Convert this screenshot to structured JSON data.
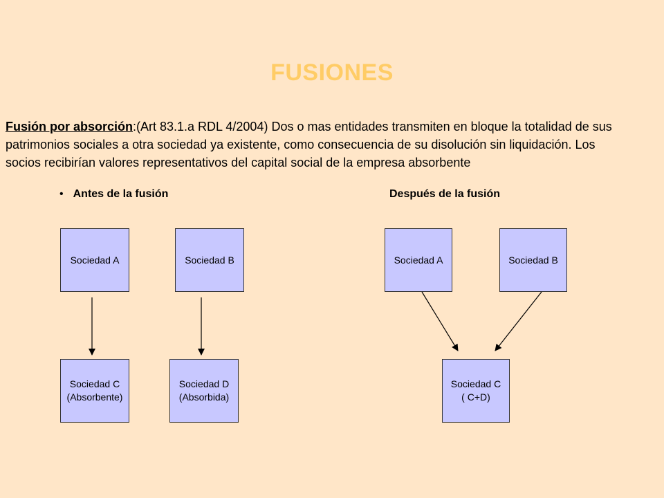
{
  "title": "FUSIONES",
  "intro": {
    "term": "Fusión por absorción",
    "body": ":(Art 83.1.a RDL 4/2004) Dos o mas entidades transmiten en bloque la totalidad de sus patrimonios sociales a otra sociedad ya existente, como consecuencia de su disolución sin liquidación. Los socios recibirían valores representativos del capital social de la empresa absorbente"
  },
  "before": {
    "bullet": "•",
    "heading": "Antes de la fusión",
    "sociedad_a": "Sociedad A",
    "sociedad_b": "Sociedad B",
    "sociedad_c_line1": "Sociedad C",
    "sociedad_c_line2": "(Absorbente)",
    "sociedad_d_line1": "Sociedad D",
    "sociedad_d_line2": "(Absorbida)"
  },
  "after": {
    "heading": "Después de la fusión",
    "sociedad_a": "Sociedad A",
    "sociedad_b": "Sociedad B",
    "sociedad_c_line1": "Sociedad C",
    "sociedad_c_line2": "( C+D)"
  },
  "colors": {
    "background": "#ffe6c8",
    "title": "#ffcc66",
    "box_fill": "#c8c8ff"
  }
}
